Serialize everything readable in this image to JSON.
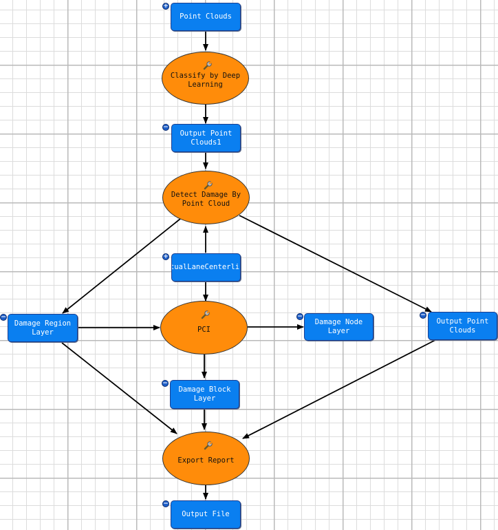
{
  "colors": {
    "data_fill": "#0a7ff0",
    "data_border": "#1a3d8f",
    "tool_fill": "#ff8c0a",
    "edge": "#000000"
  },
  "icons": {
    "expand": "plus-badge-icon",
    "collapse": "minus-badge-icon",
    "tool": "wrench-icon"
  },
  "nodes": {
    "point_clouds": "Point Clouds",
    "classify": "Classify by Deep\nLearning",
    "output_point_clouds1": "Output Point\nClouds1",
    "detect_damage": "Detect Damage By\nPoint Cloud",
    "virtual_lane": "VirtualLaneCenterline",
    "damage_region": "Damage Region\nLayer",
    "pci": "PCI",
    "damage_node": "Damage Node\nLayer",
    "output_point_clouds": "Output Point\nClouds",
    "damage_block": "Damage Block\nLayer",
    "export_report": "Export Report",
    "output_file": "Output File"
  }
}
